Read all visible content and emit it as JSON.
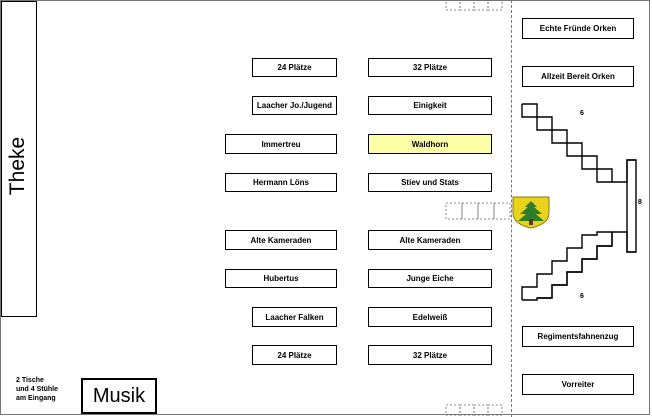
{
  "theke": {
    "label": "Theke"
  },
  "tables": [
    {
      "label": "24 Plätze"
    },
    {
      "label": "32 Plätze"
    },
    {
      "label": "Laacher Jo./Jugend"
    },
    {
      "label": "Einigkeit"
    },
    {
      "label": "Immertreu"
    },
    {
      "label": "Waldhorn",
      "highlight": "#ffffa8"
    },
    {
      "label": "Hermann Löns"
    },
    {
      "label": "Stiev und Stats"
    },
    {
      "label": "Alte Kameraden"
    },
    {
      "label": "Alte Kameraden"
    },
    {
      "label": "Hubertus"
    },
    {
      "label": "Junge Eiche"
    },
    {
      "label": "Laacher Falken"
    },
    {
      "label": "Edelweiß"
    },
    {
      "label": "24 Plätze"
    },
    {
      "label": "32 Plätze"
    }
  ],
  "right_boxes": [
    {
      "label": "Echte Fründe Orken"
    },
    {
      "label": "Allzeit Bereit Orken"
    },
    {
      "label": "Regimentsfahnenzug"
    },
    {
      "label": "Vorreiter"
    }
  ],
  "stage": {
    "label_top": "6",
    "label_bottom": "6",
    "label_side": "8"
  },
  "musik": {
    "label": "Musik"
  },
  "note": {
    "lines": [
      "2 Tische",
      "und 4 Stühle",
      "am Eingang"
    ]
  },
  "coat_of_arms": {
    "icon": "coat-of-arms-icon",
    "color_shield": "#e8d21a",
    "color_tree": "#2f7d2a"
  }
}
